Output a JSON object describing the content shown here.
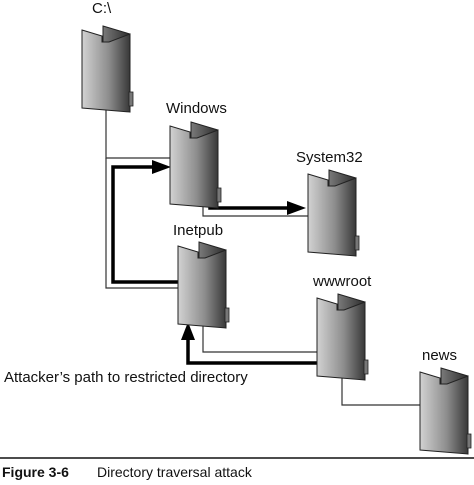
{
  "folders": {
    "root": {
      "label": "C:\\"
    },
    "windows": {
      "label": "Windows"
    },
    "system32": {
      "label": "System32"
    },
    "inetpub": {
      "label": "Inetpub"
    },
    "wwwroot": {
      "label": "wwwroot"
    },
    "news": {
      "label": "news"
    }
  },
  "annotation": "Attacker’s path to restricted directory",
  "caption": {
    "number": "Figure 3-6",
    "title": "Directory traversal attack"
  },
  "colors": {
    "tree_line": "#333333",
    "attack_path": "#000000",
    "folder_dark": "#3a3a3a",
    "folder_light": "#c4c4c4",
    "caption_rule": "#111111"
  }
}
